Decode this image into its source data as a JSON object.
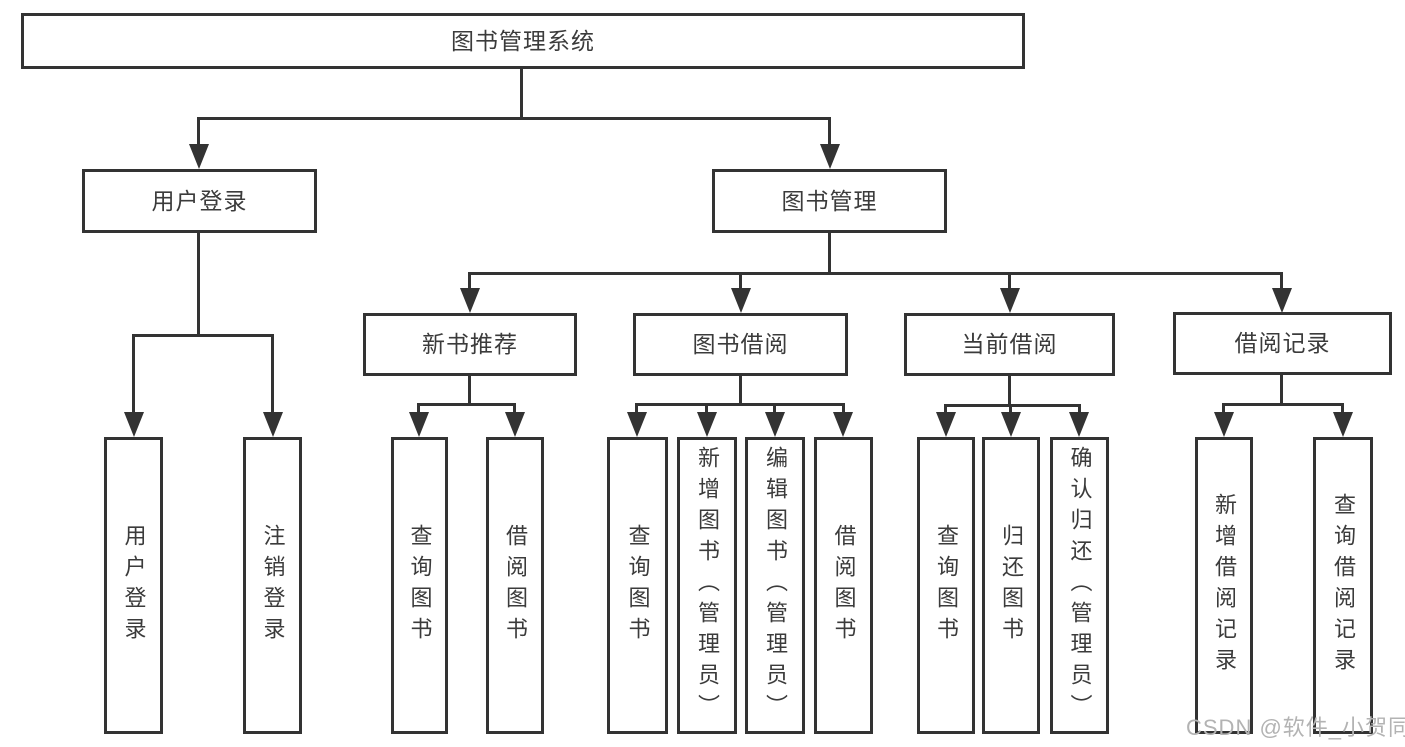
{
  "tree": {
    "root": {
      "label": "图书管理系统"
    },
    "branches": [
      {
        "label": "用户登录",
        "children": [
          "用户登录",
          "注销登录"
        ]
      },
      {
        "label": "图书管理",
        "children": [
          {
            "label": "新书推荐",
            "children": [
              "查询图书",
              "借阅图书"
            ]
          },
          {
            "label": "图书借阅",
            "children": [
              "查询图书",
              "新增图书（管理员）",
              "编辑图书（管理员）",
              "借阅图书"
            ]
          },
          {
            "label": "当前借阅",
            "children": [
              "查询图书",
              "归还图书",
              "确认归还（管理员）"
            ]
          },
          {
            "label": "借阅记录",
            "children": [
              "新增借阅记录",
              "查询借阅记录"
            ]
          }
        ]
      }
    ]
  },
  "watermark": {
    "text": "CSDN @软件_小贺同学"
  },
  "colors": {
    "line": "#333333",
    "text": "#3b3b3b",
    "background": "#ffffff",
    "watermark": "#b3b3b3"
  }
}
